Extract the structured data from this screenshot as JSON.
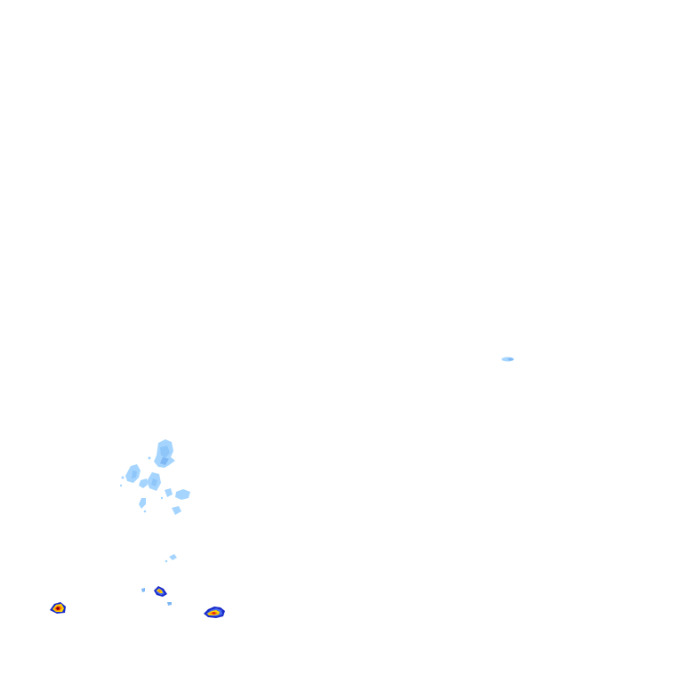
{
  "map": {
    "type": "weather-radar-overlay",
    "background_color": "#ffffff",
    "legend_colors": {
      "light": "#a5d5ff",
      "light_mid": "#7fb8f5",
      "moderate": "#4a6cf0",
      "moderate_dark": "#1a2cc8",
      "heavy": "#ffd400",
      "very_heavy": "#ff8c00",
      "intense": "#e01818",
      "extreme": "#7a0000"
    },
    "echo_regions": [
      {
        "name": "east-light-echo",
        "intensity": "light"
      },
      {
        "name": "west-light-cluster",
        "intensity": "light"
      },
      {
        "name": "south-small-light-echo",
        "intensity": "light"
      },
      {
        "name": "southwest-storm-cell",
        "intensity": "extreme"
      },
      {
        "name": "south-central-storm-cell",
        "intensity": "heavy"
      },
      {
        "name": "southeast-storm-cell",
        "intensity": "intense"
      }
    ]
  }
}
